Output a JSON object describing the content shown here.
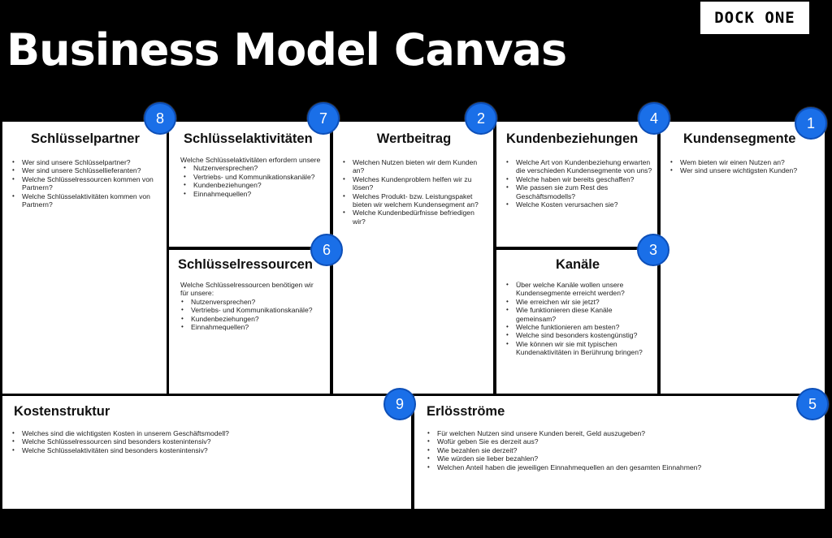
{
  "brand": {
    "logo": "DOCK ONE"
  },
  "title": "Business Model Canvas",
  "blocks": {
    "partner": {
      "number": "8",
      "heading": "Schlüsselpartner",
      "items": [
        "Wer sind unsere Schlüsselpartner?",
        "Wer sind unsere Schlüssellieferanten?",
        "Welche Schlüsselressourcen kommen von Partnern?",
        "Welche Schlüsselaktivitäten kommen von Partnern?"
      ]
    },
    "activities": {
      "number": "7",
      "heading": "Schlüsselaktivitäten",
      "intro": "Welche Schlüsselaktivitäten erfordern unsere",
      "items": [
        "Nutzenversprechen?",
        "Vertriebs- und Kommunikationskanäle?",
        "Kundenbeziehungen?",
        "Einnahmequellen?"
      ]
    },
    "resources": {
      "number": "6",
      "heading": "Schlüsselressourcen",
      "intro": "Welche Schlüsselressourcen benötigen wir für unsere:",
      "items": [
        "Nutzenversprechen?",
        "Vertriebs- und Kommunikationskanäle?",
        "Kundenbeziehungen?",
        "Einnahmequellen?"
      ]
    },
    "value": {
      "number": "2",
      "heading": "Wertbeitrag",
      "items": [
        "Welchen Nutzen bieten wir dem Kunden an?",
        "Welches Kundenproblem helfen wir zu lösen?",
        "Welches Produkt- bzw. Leistungspaket bieten wir welchem Kundensegment an?",
        "Welche Kundenbedürfnisse befriedigen wir?"
      ]
    },
    "relationships": {
      "number": "4",
      "heading": "Kundenbeziehungen",
      "items": [
        "Welche Art von Kundenbeziehung erwarten die verschieden Kundensegmente von uns?",
        "Welche haben wir bereits geschaffen?",
        "Wie passen sie zum Rest des Geschäftsmodells?",
        "Welche Kosten verursachen sie?"
      ]
    },
    "channels": {
      "number": "3",
      "heading": "Kanäle",
      "items": [
        "Über welche Kanäle wollen unsere Kundensegmente erreicht werden?",
        "Wie erreichen wir sie jetzt?",
        "Wie funktionieren diese Kanäle gemeinsam?",
        "Welche funktionieren am besten?",
        "Welche sind besonders kostengünstig?",
        "Wie können wir sie mit typischen Kundenaktivitäten in Berührung bringen?"
      ]
    },
    "segments": {
      "number": "1",
      "heading": "Kundensegmente",
      "items": [
        "Wem bieten wir einen Nutzen an?",
        "Wer sind unsere wichtigsten Kunden?"
      ]
    },
    "costs": {
      "number": "9",
      "heading": "Kostenstruktur",
      "items": [
        "Welches sind die wichtigsten Kosten in unserem Geschäftsmodell?",
        "Welche Schlüsselressourcen sind besonders kostenintensiv?",
        "Welche Schlüsselaktivitäten sind besonders kostenintensiv?"
      ]
    },
    "revenue": {
      "number": "5",
      "heading": "Erlösströme",
      "items": [
        "Für welchen Nutzen sind unsere Kunden bereit, Geld auszugeben?",
        "Wofür geben Sie es derzeit aus?",
        "Wie bezahlen sie derzeit?",
        "Wie würden sie lieber bezahlen?",
        "Welchen Anteil haben die jeweiligen Einnahmequellen an den gesamten Einnahmen?"
      ]
    }
  },
  "colors": {
    "badge": "#1a6fe8",
    "background": "#000000",
    "cell": "#ffffff"
  }
}
